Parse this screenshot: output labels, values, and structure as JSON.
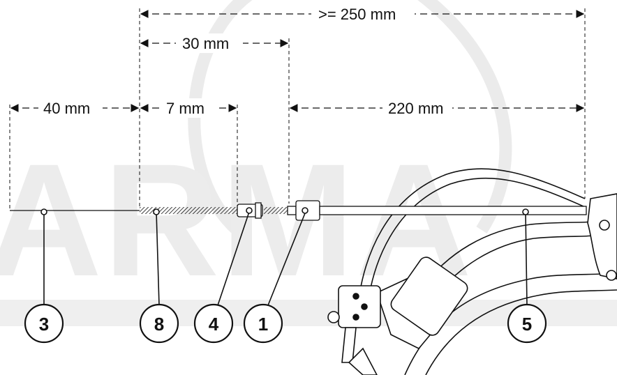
{
  "dimensions": {
    "total": ">= 250 mm",
    "d30": "30 mm",
    "d40": "40 mm",
    "d7": "7 mm",
    "d220": "220 mm"
  },
  "callouts": [
    "3",
    "8",
    "4",
    "1",
    "5"
  ],
  "watermark": "ARMA"
}
